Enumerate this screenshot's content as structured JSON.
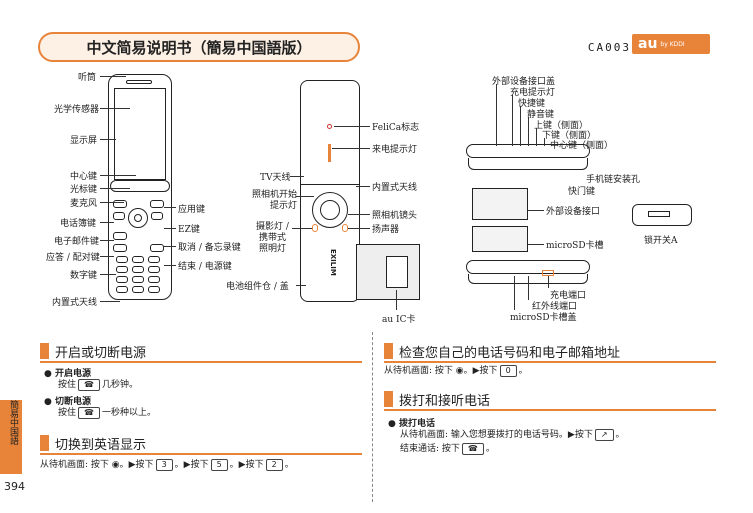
{
  "header": {
    "title": "中文简易说明书（簡易中国語版）",
    "model": "CA003",
    "brand": "au",
    "brand_sub": "by KDDI",
    "brand_color": "#e8843a"
  },
  "left_phone_labels": {
    "earpiece": "听筒",
    "light_sensor": "光学传感器",
    "display": "显示屏",
    "center_key": "中心键",
    "cursor_key": "光标键",
    "microphone": "麦克风",
    "phonebook_key": "电话簿键",
    "email_key": "电子邮件键",
    "answer_key": "应答 / 配对键",
    "number_keys": "数字键",
    "inner_antenna": "内置式天线",
    "app_key": "应用键",
    "ez_key": "EZ键",
    "cancel_key": "取消 / 备忘录键",
    "end_key": "结束 / 电源键"
  },
  "mid_phone_labels": {
    "felica": "FeliCa标志",
    "incoming_light": "来电提示灯",
    "tv_antenna": "TV天线",
    "camera_light": "照相机开始\n提示灯",
    "inner_antenna": "内置式天线",
    "camera_lens": "照相机镜头",
    "photo_light": "摄影灯 /\n携带式\n照明灯",
    "speaker": "扬声器",
    "battery": "电池组件仓 / 盖",
    "au_ic": "au IC卡",
    "brand_mark": "EXILIM"
  },
  "right_phone_labels": {
    "ext_port_cover": "外部设备接口盖",
    "charge_light": "充电提示灯",
    "shortcut_key": "快捷键",
    "silent_key": "静音键",
    "up_key": "上键（侧面）",
    "down_key": "下键（侧面）",
    "center_side_key": "中心键（侧面）",
    "strap_hole": "手机链安装孔",
    "lock_key": "快门键",
    "ext_port": "外部设备接口",
    "microsd_slot": "microSD卡槽",
    "lock_switch": "锁开关A",
    "charge_terminal": "充电端口",
    "ir_port": "红外线端口",
    "microsd_cover": "microSD卡槽盖"
  },
  "sections": {
    "power": {
      "title": "开启或切断电源",
      "on_label": "开启电源",
      "on_text_pre": "按住",
      "on_text_post": "几秒钟。",
      "off_label": "切断电源",
      "off_text_pre": "按住",
      "off_text_post": "一秒种以上。"
    },
    "english": {
      "title": "切换到英语显示",
      "text_pre": "从待机画面: 按下",
      "step1": "。▶按下",
      "key1": "3",
      "step2": "。▶按下",
      "key2": "5",
      "step3": "。▶按下",
      "key3": "2",
      "end": "。"
    },
    "check_number": {
      "title": "检查您自己的电话号码和电子邮箱地址",
      "text_pre": "从待机画面: 按下",
      "mid": "。▶按下",
      "key": "0",
      "end": "。"
    },
    "calls": {
      "title": "拨打和接听电话",
      "item_label": "拨打电话",
      "line1": "从待机画面: 输入您想要拨打的电话号码。▶按下",
      "line1_end": "。",
      "line2": "结束通话: 按下",
      "line2_end": "。"
    }
  },
  "sidebar": {
    "label": "簡易中国語",
    "page": "394"
  }
}
